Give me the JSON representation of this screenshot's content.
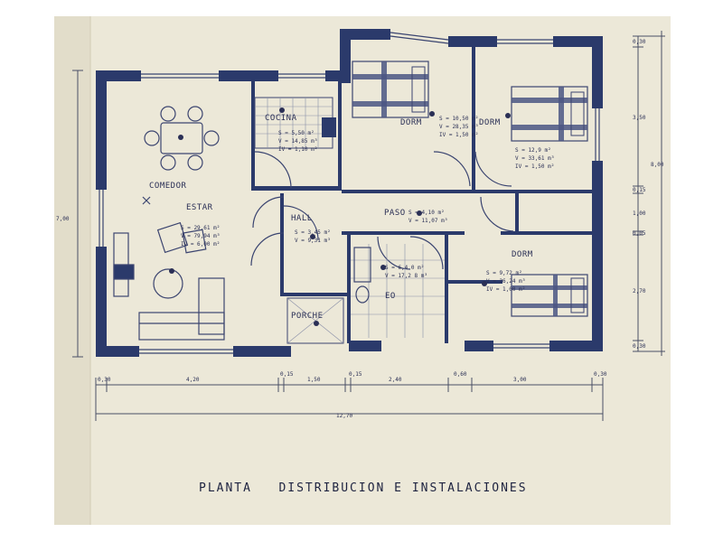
{
  "title": "PLANTA   DISTRIBUCION E INSTALACIONES",
  "rooms": {
    "comedor": "COMEDOR",
    "estar": "ESTAR",
    "cocina": "COCINA",
    "hall": "HALL",
    "paso": "PASO",
    "dorm1": "DORM",
    "dorm2": "DORM",
    "dorm3": "DORM",
    "bano": "EO",
    "porche": "PORCHE"
  },
  "areas": {
    "cocina": [
      "S = 5,50 m²",
      "V = 14,85 m³",
      "IV = 1,10 m²"
    ],
    "estar": [
      "S = 29,61 m²",
      "V = 79,94 m³",
      "IV = 6,00 m²"
    ],
    "hall": [
      "S = 3,45 m²",
      "V = 9,31 m³"
    ],
    "dorm1": [
      "S = 10,50 m²",
      "V = 28,35 m³",
      "IV = 1,50 m²"
    ],
    "dorm2": [
      "S = 12,9 m²",
      "V = 33,61 m³",
      "IV = 1,50 m²"
    ],
    "paso": [
      "S = 4,10 m²",
      "V = 11,07 m³"
    ],
    "bano": [
      "S = 6,4 0 m²",
      "V = 17,2 8 m³"
    ],
    "dorm3": [
      "S = 9,72 m²",
      "V = 26,24 m³",
      "IV = 1,00 m²"
    ]
  },
  "dimensions": {
    "bottom": [
      "0,30",
      "4,20",
      "0,15",
      "1,50",
      "0,15",
      "2,40",
      "0,60",
      "3,00",
      "0,30"
    ],
    "total_width": "12,70",
    "right": [
      "0,30",
      "3,50",
      "0,15",
      "1,00",
      "0,05",
      "2,70",
      "0,30"
    ],
    "total_depth": "8,00",
    "left_total": "7,00"
  }
}
